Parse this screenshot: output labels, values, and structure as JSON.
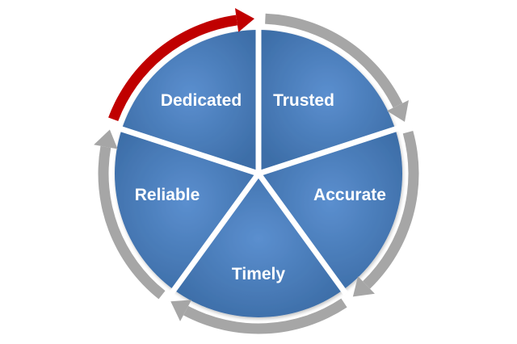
{
  "diagram": {
    "segments": [
      {
        "label": "Trusted",
        "arrow_color": "#a6a6a6"
      },
      {
        "label": "Accurate",
        "arrow_color": "#a6a6a6"
      },
      {
        "label": "Timely",
        "arrow_color": "#a6a6a6"
      },
      {
        "label": "Reliable",
        "arrow_color": "#a6a6a6"
      },
      {
        "label": "Dedicated",
        "arrow_color": "#c00000"
      }
    ],
    "colors": {
      "segment_fill": "#4f81bd",
      "segment_gradient_light": "#5b8fcf",
      "segment_gradient_dark": "#3d6ea8",
      "separator": "#ffffff",
      "arrow_gray": "#a6a6a6",
      "arrow_red": "#c00000"
    }
  }
}
